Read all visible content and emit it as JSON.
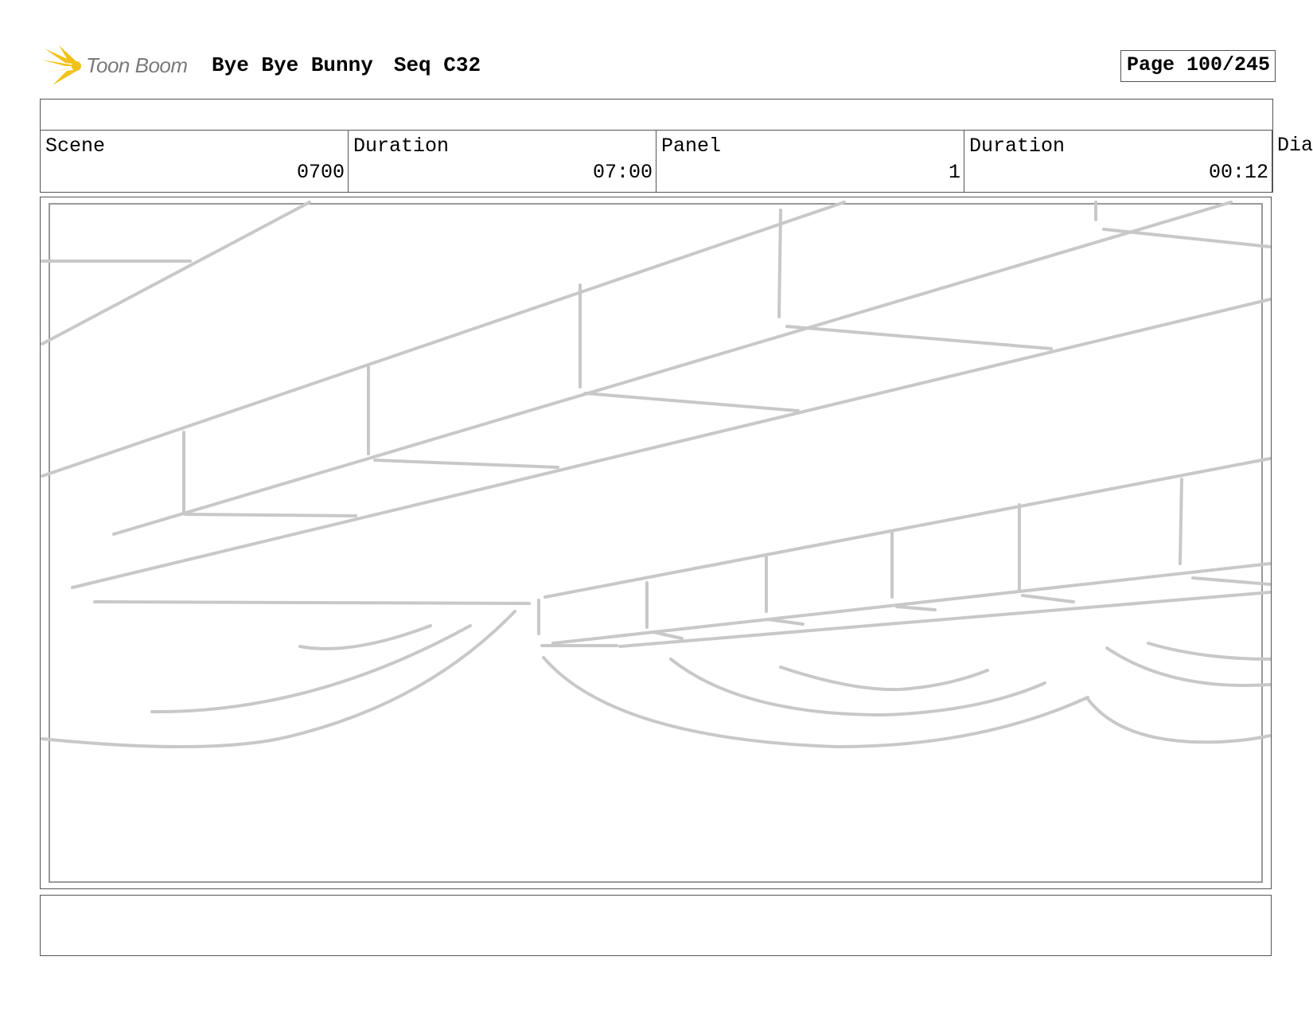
{
  "header": {
    "logo_text": "Toon Boom",
    "project_title": "Bye Bye Bunny",
    "sequence": "Seq C32",
    "page": "Page 100/245"
  },
  "info": {
    "scene_label": "Scene",
    "scene_value": "0700",
    "scene_duration_label": "Duration",
    "scene_duration_value": "07:00",
    "panel_label": "Panel",
    "panel_value": "1",
    "panel_duration_label": "Duration",
    "panel_duration_value": "00:12",
    "overflow_label": "Dia"
  },
  "panel": {
    "sketch_color": "#c8c8c8",
    "frame_color": "#999999"
  },
  "logo_colors": {
    "burst": "#f2c21b",
    "text": "#7a7a7a"
  }
}
